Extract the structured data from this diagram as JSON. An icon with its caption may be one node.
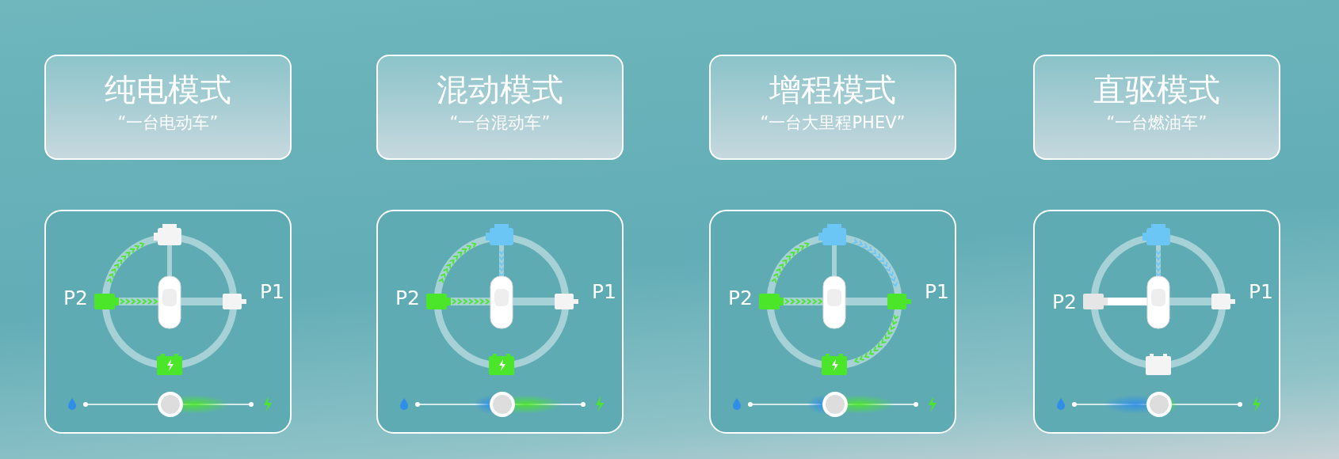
{
  "diagram": {
    "nodes": [
      {
        "text": [
          "纯电模式",
          "“一台电动车”"
        ]
      },
      {
        "text": [
          "混动模式",
          "“一台混动车”"
        ]
      },
      {
        "text": [
          "增程模式",
          "“一台大里程PHEV”"
        ]
      },
      {
        "text": [
          "直驱模式",
          "“一台燃油车”"
        ]
      },
      {
        "text": [
          "P2",
          "P1"
        ]
      },
      {
        "text": [
          "P2",
          "P1"
        ]
      },
      {
        "text": [
          "P2",
          "P1"
        ]
      },
      {
        "text": [
          "P2",
          "P1"
        ]
      }
    ],
    "edges": []
  }
}
